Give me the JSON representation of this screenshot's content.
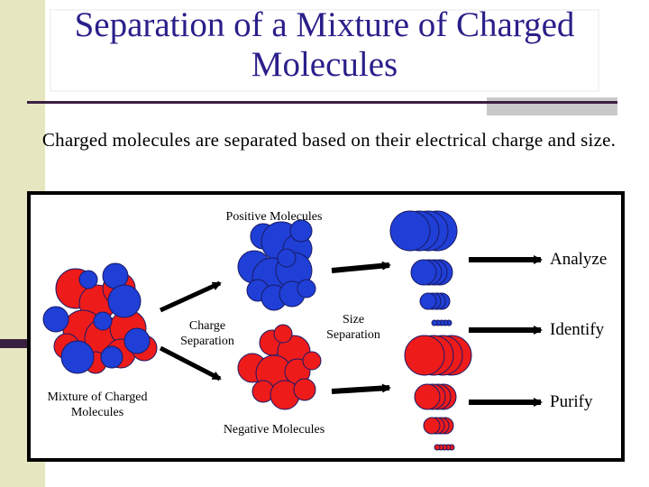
{
  "slide": {
    "title": "Separation of a Mixture of Charged Molecules",
    "subtitle": "Charged molecules are separated based on their electrical charge and size."
  },
  "diagram": {
    "labels": {
      "positive": "Positive Molecules",
      "negative": "Negative Molecules",
      "mixture": "Mixture of Charged Molecules",
      "charge_separation": "Charge Separation",
      "size_separation": "Size Separation"
    },
    "outcomes": [
      "Analyze",
      "Identify",
      "Purify"
    ],
    "colors": {
      "positive": "#1f3fd6",
      "negative": "#ee1b1b",
      "outline": "#1a1a66",
      "arrow": "#000000"
    }
  }
}
